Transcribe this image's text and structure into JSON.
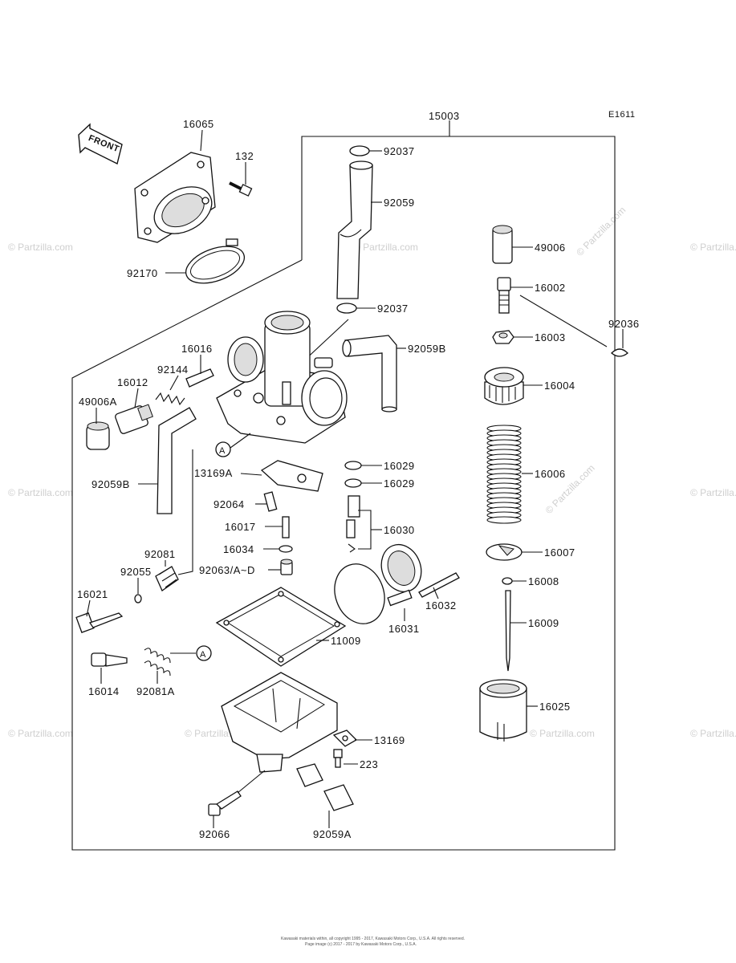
{
  "diagram_code": "E1611",
  "assembly_number": "15003",
  "front_label": "FRONT",
  "ref_marker": "A",
  "watermark": "© Partzilla.com",
  "footer_line1": "Kawasaki materials within, all copyright 1995 - 2017, Kawasaki Motors Corp., U.S.A. All rights reserved.",
  "footer_line2": "Page image (c) 2017 - 2017 by Kawasaki Motors Corp., U.S.A.",
  "parts": {
    "p16065": "16065",
    "p132": "132",
    "p92170": "92170",
    "p92037a": "92037",
    "p92059": "92059",
    "p92037b": "92037",
    "p92059B_r": "92059B",
    "p16016": "16016",
    "p92144": "92144",
    "p16012": "16012",
    "p49006A": "49006A",
    "p92059B_l": "92059B",
    "p13169A": "13169A",
    "p92064": "92064",
    "p16017": "16017",
    "p16034": "16034",
    "p92063": "92063/A~D",
    "p92081": "92081",
    "p92055": "92055",
    "p16021": "16021",
    "p16014": "16014",
    "p92081A": "92081A",
    "p16029a": "16029",
    "p16029b": "16029",
    "p16030": "16030",
    "p11009": "11009",
    "p16032": "16032",
    "p16031": "16031",
    "p13169": "13169",
    "p223": "223",
    "p92066": "92066",
    "p92059A": "92059A",
    "p49006": "49006",
    "p16002": "16002",
    "p16003": "16003",
    "p92036": "92036",
    "p16004": "16004",
    "p16006": "16006",
    "p16007": "16007",
    "p16008": "16008",
    "p16009": "16009",
    "p16025": "16025"
  }
}
